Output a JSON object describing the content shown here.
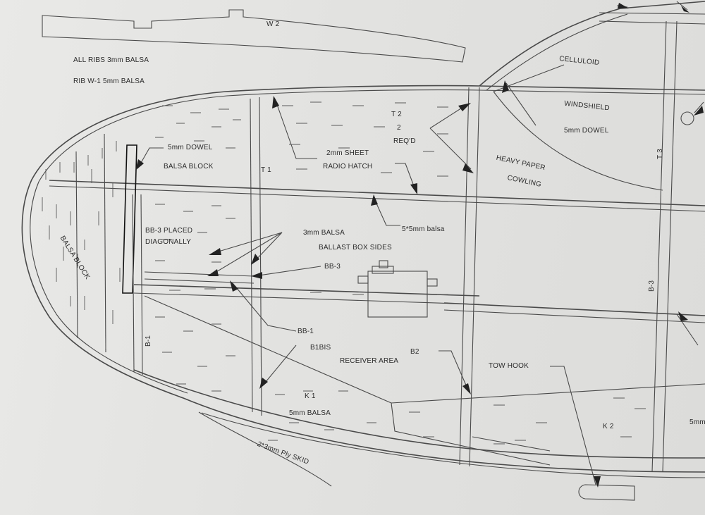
{
  "labels": {
    "w2": "W 2",
    "all_ribs": "ALL RIBS 3mm BALSA",
    "rib_w1": "RIB W-1 5mm BALSA",
    "celluloid": "CELLULOID",
    "windshield": "WINDSHIELD",
    "dowel_5mm_right": "5mm  DOWEL",
    "t2": "T 2",
    "t2_qty": "2",
    "reqd": "REQ'D",
    "sheet_2mm": "2mm SHEET",
    "radio_hatch": "RADIO HATCH",
    "t1": "T 1",
    "dowel_5mm_left": "5mm  DOWEL",
    "balsa_block_top": "BALSA BLOCK",
    "heavy_paper": "HEAVY PAPER",
    "cowling": "COWLING",
    "t3": "T 3",
    "balsa_5x5": "5*5mm balsa",
    "bb3_placed": "BB-3 PLACED",
    "diagonally": "DIAGONALLY",
    "balsa_3mm": "3mm BALSA",
    "ballast_box_sides": "BALLAST BOX SIDES",
    "bb3": "BB-3",
    "balsa_block_nose": "BALSA BLOCK",
    "b3": "B-3",
    "bb1": "BB-1",
    "b1bis": "B1BIS",
    "receiver_area": "RECEIVER AREA",
    "b2": "B2",
    "tow_hook": "TOW HOOK",
    "b1": "B-1",
    "k1": "K 1",
    "balsa_5mm": "5mm BALSA",
    "k2": "K 2",
    "cut_5mm": "5mm",
    "skid": "2*3mm Ply SKID"
  }
}
